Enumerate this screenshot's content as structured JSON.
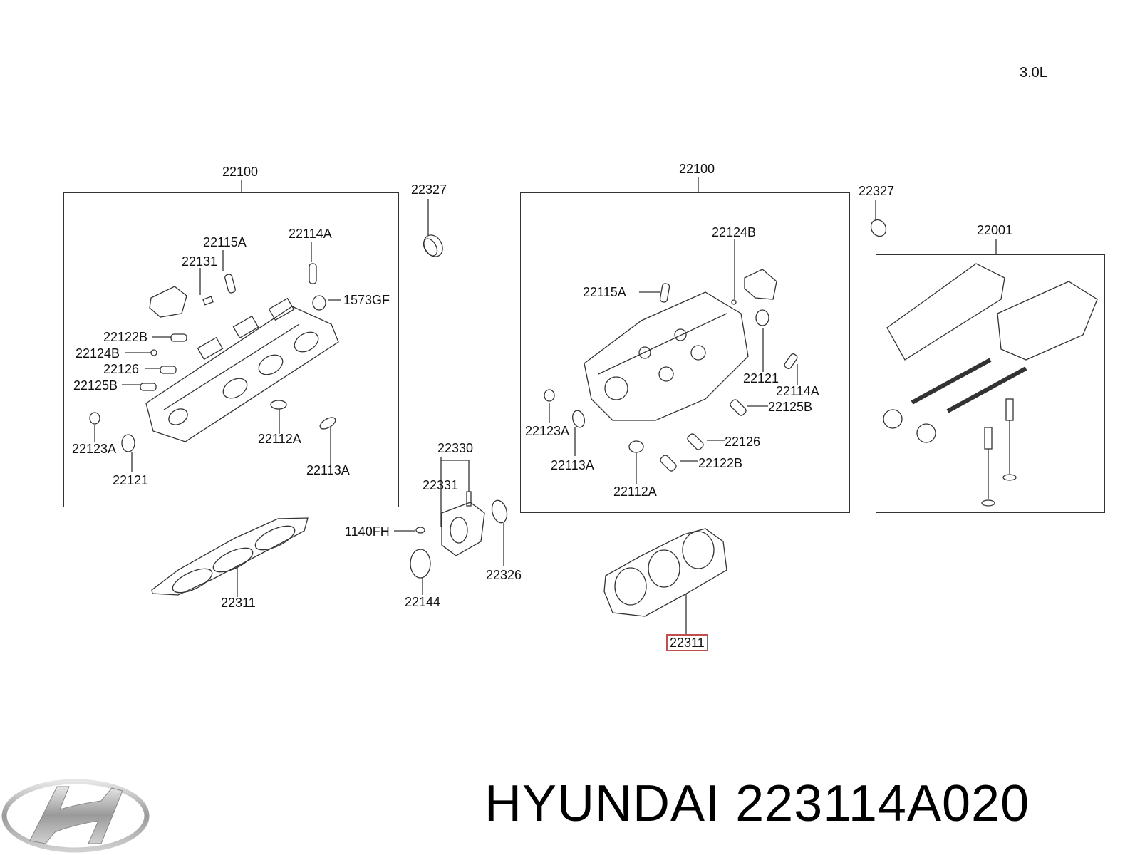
{
  "engine": "3.0L",
  "brand": {
    "name": "HYUNDAI",
    "part_number": "223114A020",
    "logo": "hyundai-logo"
  },
  "highlight_color": "#c0504d",
  "groups": [
    {
      "id": "left-head",
      "title": "22100",
      "labels": [
        "22115A",
        "22114A",
        "22131",
        "1573GF",
        "22122B",
        "22124B",
        "22126",
        "22125B",
        "22123A",
        "22112A",
        "22121",
        "22113A"
      ]
    },
    {
      "id": "right-head",
      "title": "22100",
      "labels": [
        "22124B",
        "22115A",
        "22121",
        "22114A",
        "22125B",
        "22123A",
        "22126",
        "22113A",
        "22122B",
        "22112A"
      ]
    },
    {
      "id": "complete-head",
      "title": "22001"
    }
  ],
  "loose": {
    "seal_left": "22327",
    "seal_right": "22327",
    "housing_set": "22330",
    "housing": "22331",
    "bolt": "1140FH",
    "seal_housing": "22144",
    "gasket_housing": "22326",
    "gasket_left": "22311",
    "gasket_right": "22311"
  },
  "highlighted_part": "22311"
}
